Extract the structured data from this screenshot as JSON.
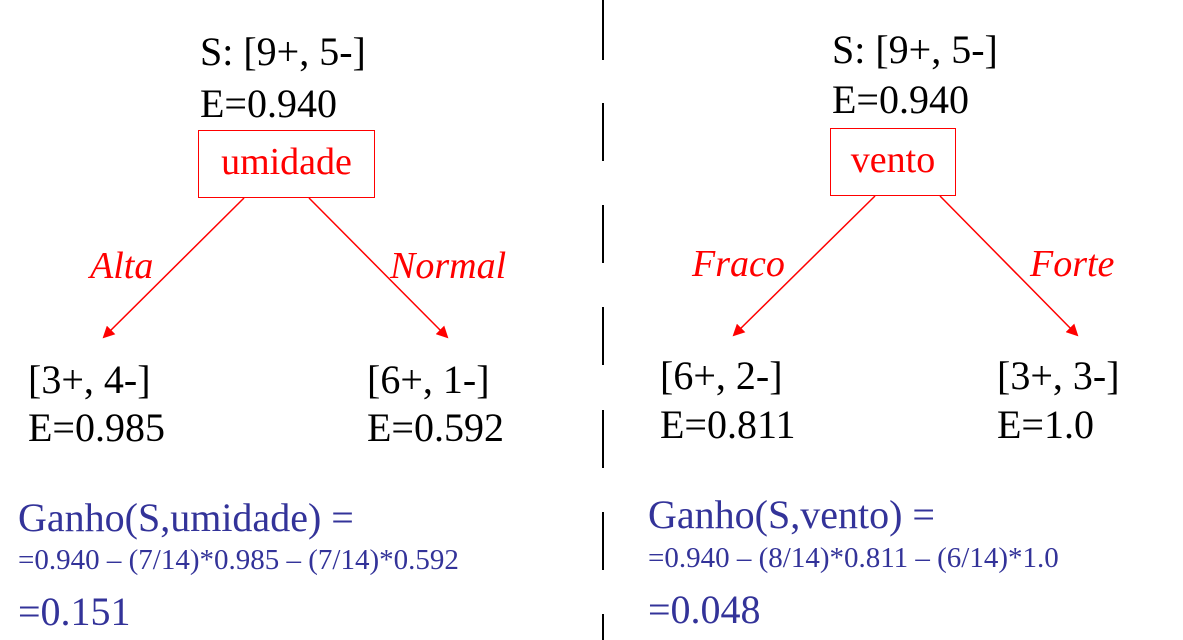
{
  "colors": {
    "node_red": "#ff0000",
    "gain_blue": "#333399",
    "text": "#000000"
  },
  "left_tree": {
    "root_set": "S: [9+, 5-]",
    "root_entropy": "E=0.940",
    "attribute": "umidade",
    "branch_left": "Alta",
    "branch_right": "Normal",
    "child_left_set": "[3+, 4-]",
    "child_left_entropy": "E=0.985",
    "child_right_set": "[6+, 1-]",
    "child_right_entropy": "E=0.592",
    "gain_line1": "Ganho(S,umidade) =",
    "gain_line2": "=0.940 – (7/14)*0.985 – (7/14)*0.592",
    "gain_line3": "=0.151"
  },
  "right_tree": {
    "root_set": "S: [9+, 5-]",
    "root_entropy": "E=0.940",
    "attribute": "vento",
    "branch_left": "Fraco",
    "branch_right": "Forte",
    "child_left_set": "[6+, 2-]",
    "child_left_entropy": "E=0.811",
    "child_right_set": "[3+, 3-]",
    "child_right_entropy": "E=1.0",
    "gain_line1": "Ganho(S,vento) =",
    "gain_line2": "=0.940 – (8/14)*0.811 – (6/14)*1.0",
    "gain_line3": "=0.048"
  }
}
